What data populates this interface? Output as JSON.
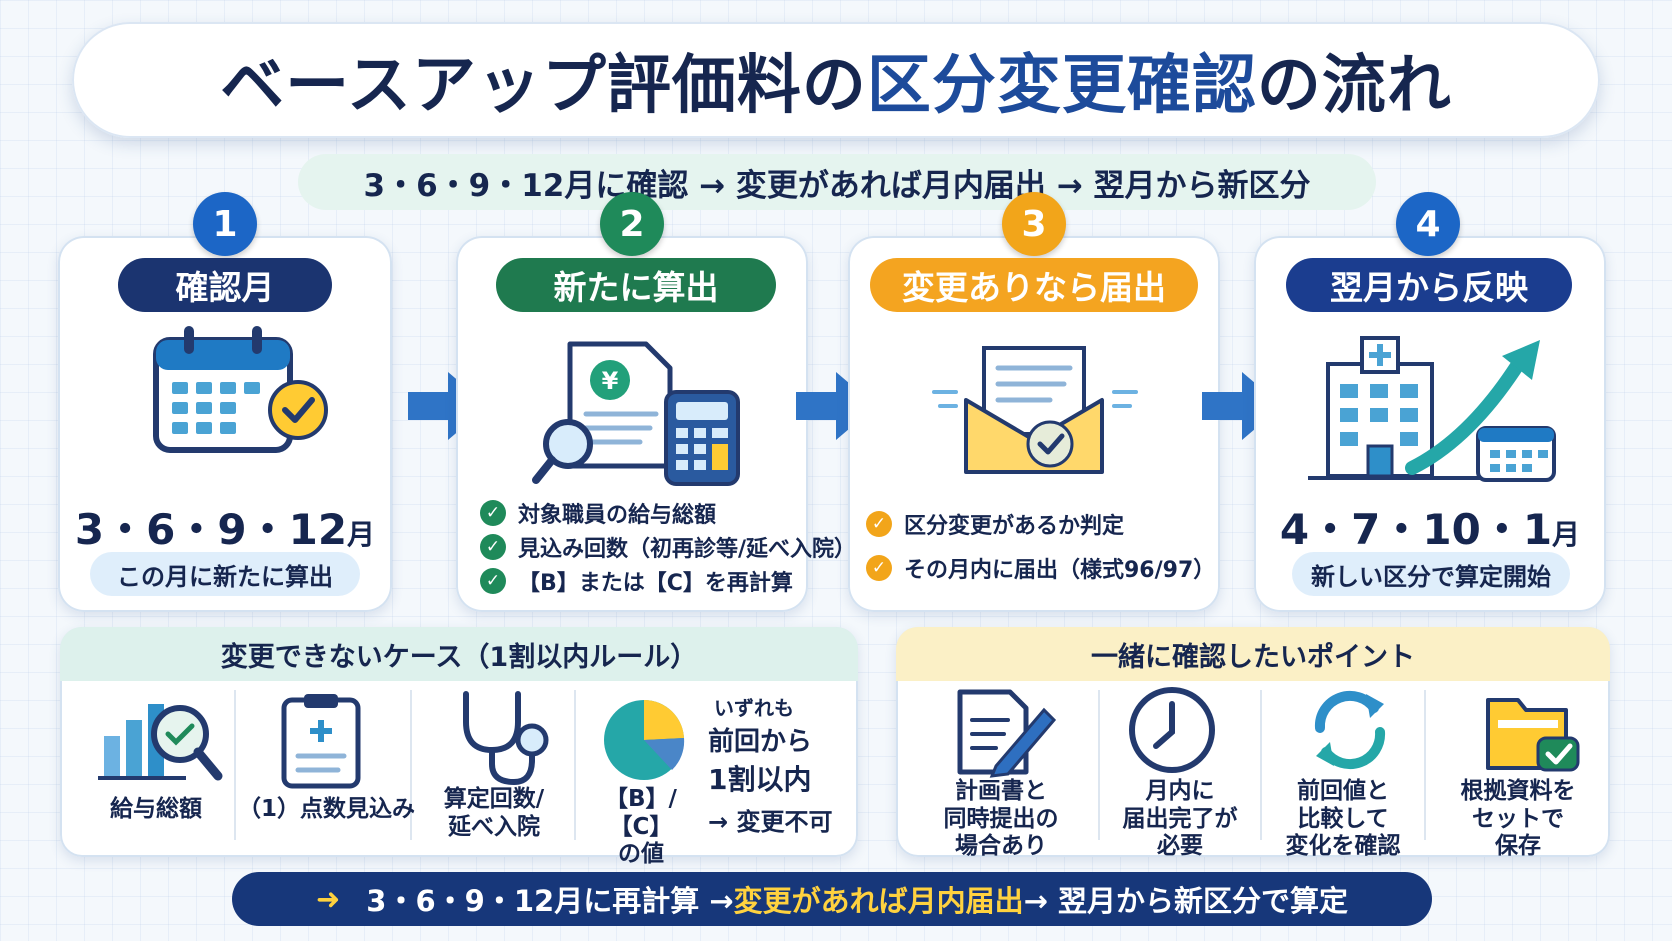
{
  "title": {
    "part1": "ベースアップ評価料の",
    "part2": "区分変更確認",
    "part3": "の流れ"
  },
  "subtitle": "3・6・9・12月に確認 → 変更があれば月内届出 → 翌月から新区分",
  "steps": [
    {
      "number": "1",
      "label": "確認月",
      "value": "3・6・9・12",
      "value_unit": "月",
      "note": "この月に新たに算出",
      "color": "#1c66c6",
      "pill_color": "#1b3470"
    },
    {
      "number": "2",
      "label": "新たに算出",
      "checks": [
        "対象職員の給与総額",
        "見込み回数（初再診等/延べ入院）",
        "【B】または【C】を再計算"
      ],
      "color": "#1f8a5a",
      "pill_color": "#1f7a4f"
    },
    {
      "number": "3",
      "label": "変更ありなら届出",
      "checks": [
        "区分変更があるか判定",
        "その月内に届出（様式96/97）"
      ],
      "color": "#f2a51a",
      "pill_color": "#f4a420"
    },
    {
      "number": "4",
      "label": "翌月から反映",
      "value": "4・7・10・1",
      "value_unit": "月",
      "note": "新しい区分で算定開始",
      "color": "#1c66c6",
      "pill_color": "#1b3d8f"
    }
  ],
  "no_change": {
    "heading": "変更できないケース（1割以内ルール）",
    "items": [
      "給与総額",
      "（1）点数見込み",
      "算定回数/\n延べ入院",
      "【B】/【C】\nの値"
    ],
    "rule_line1": "いずれも",
    "rule_line2": "前回から",
    "rule_line3": "1割以内",
    "rule_line4": "→ 変更不可"
  },
  "points": {
    "heading": "一緒に確認したいポイント",
    "items": [
      "計画書と\n同時提出の\n場合あり",
      "月内に\n届出完了が\n必要",
      "前回値と\n比較して\n変化を確認",
      "根拠資料を\nセットで\n保存"
    ]
  },
  "bottom_bar": {
    "lead": "➜",
    "part1": "3・6・9・12月に再計算 → ",
    "part2": "変更があれば月内届出",
    "part3": " → 翌月から新区分で算定"
  }
}
